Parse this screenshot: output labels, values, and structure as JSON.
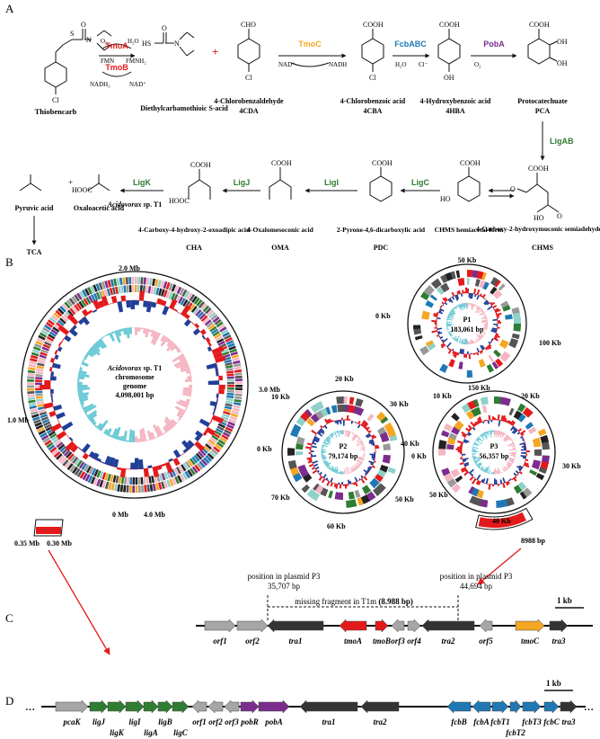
{
  "panels": {
    "a": "A",
    "b": "B",
    "c": "C",
    "d": "D"
  },
  "colors": {
    "red": "#e31a1c",
    "orange": "#f5a623",
    "blue": "#1f78b4",
    "purple": "#7b2d8e",
    "green": "#2e7d32",
    "gray": "#a6a6a6",
    "dark": "#333333",
    "pink": "#f4b6c2",
    "cyan": "#6ccad6"
  },
  "pathway": {
    "compounds": [
      {
        "id": "thiobencarb",
        "name": "Thiobencarb",
        "abbr": ""
      },
      {
        "id": "dtca",
        "name": "Diethylcarbamothioic S-acid",
        "abbr": ""
      },
      {
        "id": "cda",
        "name": "4-Chlorobenzaldehyde",
        "abbr": "4CDA"
      },
      {
        "id": "cba",
        "name": "4-Chlorobenzoic acid",
        "abbr": "4CBA"
      },
      {
        "id": "hba",
        "name": "4-Hydroxybenzoic acid",
        "abbr": "4HBA"
      },
      {
        "id": "pca",
        "name": "Protocatechuate",
        "abbr": "PCA"
      },
      {
        "id": "chms",
        "name": "4-Carboxy-2-hydroxymuconic semiadehyde",
        "abbr": "CHMS"
      },
      {
        "id": "hemi",
        "name": "CHMS hemiacetal form",
        "abbr": ""
      },
      {
        "id": "pdc",
        "name": "2-Pyrone-4,6-dicarboxylic acid",
        "abbr": "PDC"
      },
      {
        "id": "oma",
        "name": "4-Oxalomesoconic acid",
        "abbr": "OMA"
      },
      {
        "id": "cha",
        "name": "4-Carboxy-4-hydroxy-2-oxoadipic acid",
        "abbr": "CHA"
      },
      {
        "id": "pyr",
        "name": "Pyruvic acid",
        "abbr": ""
      },
      {
        "id": "oaa",
        "name": "Oxaloacetic acid",
        "abbr": ""
      },
      {
        "id": "tca",
        "name": "TCA",
        "abbr": ""
      }
    ],
    "enzymes": [
      {
        "id": "tmoa",
        "label": "TmoA",
        "color": "#e31a1c"
      },
      {
        "id": "tmob",
        "label": "TmoB",
        "color": "#e31a1c"
      },
      {
        "id": "tmoc",
        "label": "TmoC",
        "color": "#f5a623"
      },
      {
        "id": "fcb",
        "label": "FcbABC",
        "color": "#1f78b4"
      },
      {
        "id": "poba",
        "label": "PobA",
        "color": "#7b2d8e"
      },
      {
        "id": "ligab",
        "label": "LigAB",
        "color": "#2e7d32"
      },
      {
        "id": "ligc",
        "label": "LigC",
        "color": "#2e7d32"
      },
      {
        "id": "ligi",
        "label": "LigI",
        "color": "#2e7d32"
      },
      {
        "id": "ligj",
        "label": "LigJ",
        "color": "#2e7d32"
      },
      {
        "id": "ligk",
        "label": "LigK",
        "color": "#2e7d32"
      }
    ],
    "cofactors": {
      "o2": "O₂",
      "h2o": "H₂O",
      "fmn": "FMN",
      "fmnh2": "FMNH₂",
      "nadh2": "NADH₂",
      "nadp": "NAD⁺",
      "nadh": "NADH",
      "cl": "Cl⁻",
      "plus": "+"
    },
    "atoms": {
      "cl": "Cl",
      "cho": "CHO",
      "cooh": "COOH",
      "oh": "OH",
      "o": "O",
      "hs": "HS",
      "n": "N",
      "s": "S",
      "ho": "HO",
      "hooc": "HOOC"
    }
  },
  "genome": {
    "chromosome": {
      "title_italic": "Acidovorax",
      "title_rest": " sp. T1",
      "line2": "chromosome",
      "line3": "genome",
      "size": "4,098,001 bp",
      "ticks": [
        "2.0 Mb",
        "3.0 Mb",
        "4.0 Mb",
        "0 Mb",
        "1.0 Mb"
      ],
      "region": [
        "0.35 Mb",
        "0.30 Mb"
      ]
    },
    "p1": {
      "name": "P1",
      "size": "183,061 bp",
      "ticks": [
        "50 Kb",
        "100 Kb",
        "150 Kb",
        "0 Kb"
      ]
    },
    "p2": {
      "name": "P2",
      "size": "79,174 bp",
      "ticks": [
        "20 Kb",
        "30 Kb",
        "10 Kb",
        "40 Kb",
        "0 Kb",
        "50 Kb",
        "70 Kb",
        "60 Kb"
      ]
    },
    "p3": {
      "name": "P3",
      "size": "56,357 bp",
      "ticks": [
        "10 Kb",
        "20 Kb",
        "0 Kb",
        "30 Kb",
        "50 Kb",
        "40 Kb"
      ],
      "fragment": "8988 bp"
    }
  },
  "cluster_c": {
    "pos_left": {
      "l1": "position in plasmid P3",
      "l2": "35,707 bp"
    },
    "pos_right": {
      "l1": "position in plasmid P3",
      "l2": "44,694 bp"
    },
    "missing_text": "missing fragment in T1m",
    "missing_bp": "(8.988 bp)",
    "scale": "1 kb",
    "genes": [
      {
        "name": "orf1",
        "color": "gray"
      },
      {
        "name": "orf2",
        "color": "gray"
      },
      {
        "name": "tra1",
        "color": "dark"
      },
      {
        "name": "tmoA",
        "color": "red"
      },
      {
        "name": "tmoB",
        "color": "red"
      },
      {
        "name": "orf3",
        "color": "gray"
      },
      {
        "name": "orf4",
        "color": "gray"
      },
      {
        "name": "tra2",
        "color": "dark"
      },
      {
        "name": "orf5",
        "color": "gray"
      },
      {
        "name": "tmoC",
        "color": "orange"
      },
      {
        "name": "tra3",
        "color": "dark"
      }
    ]
  },
  "cluster_d": {
    "scale": "1 kb",
    "ellipsis": "…",
    "genes": [
      {
        "name": "pcaK",
        "color": "gray"
      },
      {
        "name": "ligJ",
        "color": "green"
      },
      {
        "name": "ligK",
        "color": "green"
      },
      {
        "name": "ligI",
        "color": "green"
      },
      {
        "name": "ligA",
        "color": "green"
      },
      {
        "name": "ligB",
        "color": "green"
      },
      {
        "name": "ligC",
        "color": "green"
      },
      {
        "name": "orf1",
        "color": "gray"
      },
      {
        "name": "orf2",
        "color": "gray"
      },
      {
        "name": "orf3",
        "color": "gray"
      },
      {
        "name": "pobR",
        "color": "purple"
      },
      {
        "name": "pobA",
        "color": "purple"
      },
      {
        "name": "tra1",
        "color": "dark"
      },
      {
        "name": "tra2",
        "color": "dark"
      },
      {
        "name": "fcbB",
        "color": "blue"
      },
      {
        "name": "fcbA",
        "color": "blue"
      },
      {
        "name": "fcbT1",
        "color": "blue"
      },
      {
        "name": "fcbT2",
        "color": "blue"
      },
      {
        "name": "fcbT3",
        "color": "blue"
      },
      {
        "name": "fcbC",
        "color": "blue"
      },
      {
        "name": "tra3",
        "color": "dark"
      }
    ]
  }
}
